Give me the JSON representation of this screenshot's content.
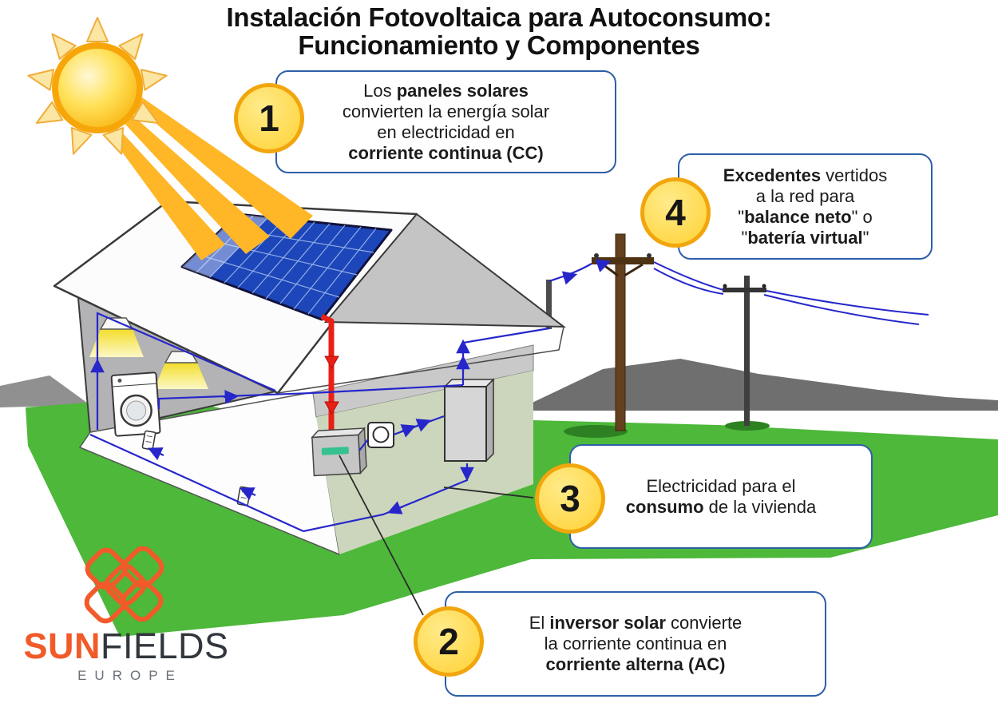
{
  "title": {
    "line1": "Instalación Fotovoltaica para Autoconsumo:",
    "line2": "Funcionamiento y Componentes"
  },
  "callouts": [
    {
      "number": "1",
      "lines": [
        "Los **paneles solares**",
        "convierten la energía solar",
        "en electricidad en",
        "**corriente continua (CC)**"
      ]
    },
    {
      "number": "2",
      "lines": [
        "El **inversor solar** convierte",
        "la corriente continua en",
        "**corriente alterna (AC)**"
      ]
    },
    {
      "number": "3",
      "lines": [
        "Electricidad para el",
        "**consumo** de la vivienda"
      ]
    },
    {
      "number": "4",
      "lines": [
        "**Excedentes** vertidos",
        "a la red para",
        "\"**balance neto**\" o",
        "\"**batería virtual**\""
      ]
    }
  ],
  "logo": {
    "brand_primary": "SUN",
    "brand_secondary": "FIELDS",
    "subtitle": "EUROPE"
  },
  "scene": {
    "description": "Cutaway house with rooftop solar panels; sun beams hit panels; DC cable runs to inverter, meter and distribution panel; wiring feeds lamps, sockets and washing machine; rooftop mast exports surplus to grid poles and power lines with mountain and grass background",
    "elements": [
      "sun",
      "sun-rays",
      "sun-beams",
      "solar-panel-array",
      "house-roof",
      "gable-wall",
      "ceiling-lamps",
      "washing-machine",
      "wall-sockets",
      "dc-cable",
      "solar-inverter",
      "energy-meter",
      "distribution-panel",
      "rooftop-mast",
      "utility-poles",
      "power-lines",
      "mountain",
      "grass-field",
      "sunfields-logo"
    ]
  },
  "colors": {
    "accent_blue": "#2d5fa8",
    "circle_fill": "#ffd84a",
    "circle_fill_light": "#ffeb8a",
    "circle_border": "#f2a60d",
    "title_color": "#111111",
    "text_color": "#1c1c1c",
    "grass_green": "#4db83a",
    "panel_blue": "#1d46ba",
    "wire_blue": "#2626cb",
    "dc_red": "#e92015",
    "sun_yellow": "#ffd23e",
    "sun_orange": "#f7a60a",
    "beam_orange": "#ffb627",
    "logo_orange": "#f15a29",
    "logo_dark": "#32373e",
    "logo_gray": "#6b7078",
    "mountain_gray": "#6f6f6f"
  }
}
